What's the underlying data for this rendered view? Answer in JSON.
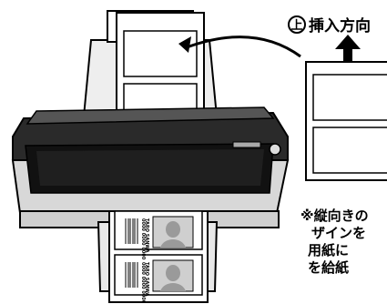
{
  "insert_direction": {
    "top_mark": "上",
    "label": "挿入方向"
  },
  "note_lines": [
    "※縦向きの",
    "ザインを",
    "用紙に",
    "を給紙"
  ],
  "card_text": {
    "name": "TARO SANWA",
    "code": "0000 0000 0000"
  },
  "icons": {
    "curved_arrow": "curved-arrow-icon",
    "up_arrow": "up-arrow-icon"
  },
  "colors": {
    "outline": "#000000",
    "printer_dark": "#1c1c1c",
    "printer_light": "#dcdcdc",
    "photo_gray": "#9a9a9a"
  }
}
